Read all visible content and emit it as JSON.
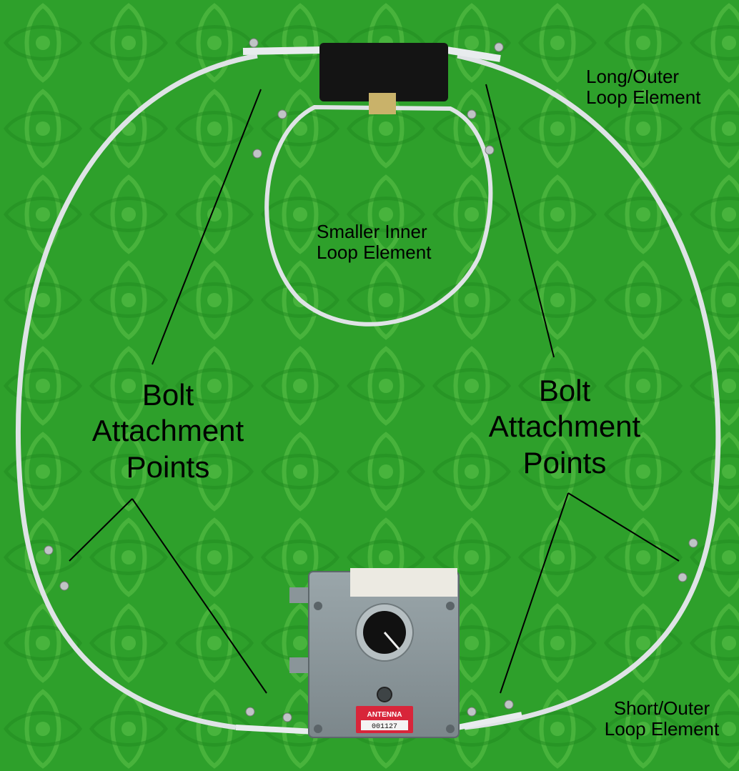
{
  "labels": {
    "long_outer": [
      "Long/Outer",
      "Loop Element"
    ],
    "inner": [
      "Smaller Inner",
      "Loop Element"
    ],
    "bolt_left": [
      "Bolt",
      "Attachment",
      "Points"
    ],
    "bolt_right": [
      "Bolt",
      "Attachment",
      "Points"
    ],
    "short_outer": [
      "Short/Outer",
      "Loop Element"
    ]
  },
  "tag": {
    "brand": "ANTENNA",
    "serial": "001127"
  },
  "colors": {
    "background": "#2fa32c",
    "loop": "#d9dde0",
    "box_top": "#1a1a1a",
    "box_bottom": "#8a9599",
    "tag": "#d8253a"
  }
}
